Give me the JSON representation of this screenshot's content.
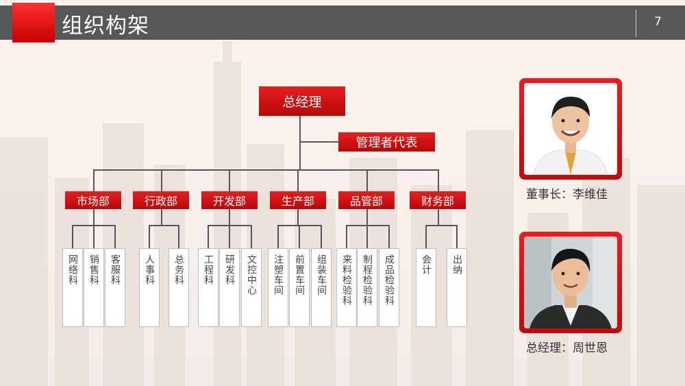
{
  "header": {
    "title": "组织构架",
    "page_number": "7"
  },
  "org": {
    "general_manager": "总经理",
    "management_rep": "管理者代表",
    "departments": [
      {
        "name": "市场部",
        "subs": [
          "网络科",
          "销售科",
          "客服科"
        ]
      },
      {
        "name": "行政部",
        "subs": [
          "人事科",
          "总务科"
        ]
      },
      {
        "name": "开发部",
        "subs": [
          "工程科",
          "研发科",
          "文控中心"
        ]
      },
      {
        "name": "生产部",
        "subs": [
          "注塑车间",
          "前置车间",
          "组装车间"
        ]
      },
      {
        "name": "品管部",
        "subs": [
          "来料检验科",
          "制程检验科",
          "成品检验科"
        ]
      },
      {
        "name": "财务部",
        "subs": [
          "会计",
          "出纳"
        ]
      }
    ]
  },
  "people": [
    {
      "caption": "董事长：李维佳"
    },
    {
      "caption": "总经理：周世恩"
    }
  ],
  "colors": {
    "accent": "#d81010",
    "header_bg": "#575757"
  }
}
